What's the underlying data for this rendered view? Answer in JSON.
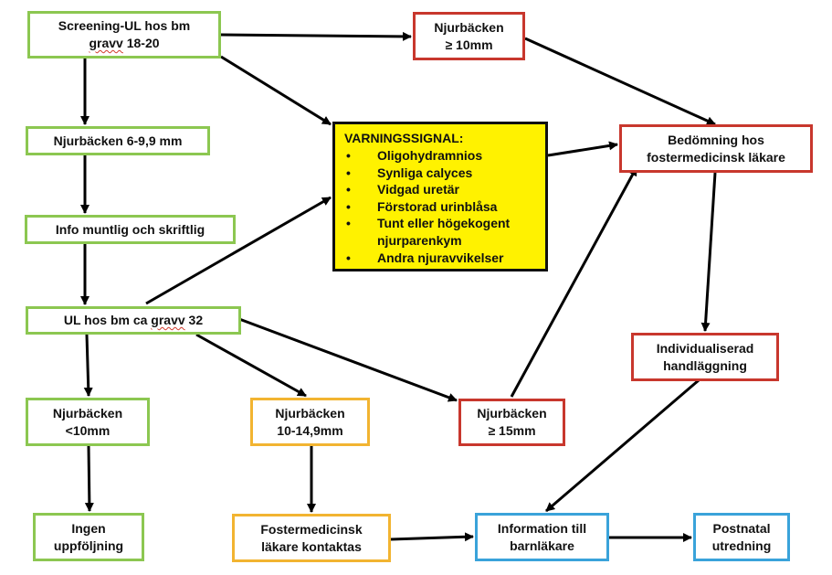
{
  "colors": {
    "green": "#8cc751",
    "red": "#c8372d",
    "orange": "#f2b431",
    "blue": "#3aa3da",
    "warning_fill": "#fff200",
    "arrow": "#000000"
  },
  "nodes": {
    "screening": {
      "line1": "Screening-UL hos bm",
      "line2_word": "gravv",
      "line2_rest": " 18-20"
    },
    "pelvis_6_9": {
      "text": "Njurbäcken 6-9,9 mm"
    },
    "info": {
      "text": "Info muntlig och skriftlig"
    },
    "ul_32": {
      "pre": "UL hos bm ca ",
      "word": "gravv",
      "post": " 32"
    },
    "pelvis_lt10": {
      "line1": "Njurbäcken",
      "line2": "<10mm"
    },
    "no_followup": {
      "line1": "Ingen",
      "line2": "uppföljning"
    },
    "pelvis_10_149": {
      "line1": "Njurbäcken",
      "line2": "10-14,9mm"
    },
    "fm_contact": {
      "line1": "Fostermedicinsk",
      "line2": "läkare kontaktas"
    },
    "pelvis_ge15": {
      "line1": "Njurbäcken",
      "line2": "≥ 15mm"
    },
    "info_pediatrician": {
      "line1": "Information till",
      "line2": "barnläkare"
    },
    "postnatal": {
      "line1": "Postnatal",
      "line2": "utredning"
    },
    "pelvis_ge10": {
      "line1": "Njurbäcken",
      "line2": "≥ 10mm"
    },
    "assessment": {
      "line1": "Bedömning hos",
      "line2": "fostermedicinsk läkare"
    },
    "individual": {
      "line1": "Individualiserad",
      "line2": "handläggning"
    }
  },
  "warning": {
    "title": "VARNINGSSIGNAL:",
    "items": [
      "Oligohydramnios",
      "Synliga calyces",
      "Vidgad uretär",
      "Förstorad urinblåsa",
      "Tunt eller högekogent njurparenkym",
      "Andra njuravvikelser"
    ]
  }
}
